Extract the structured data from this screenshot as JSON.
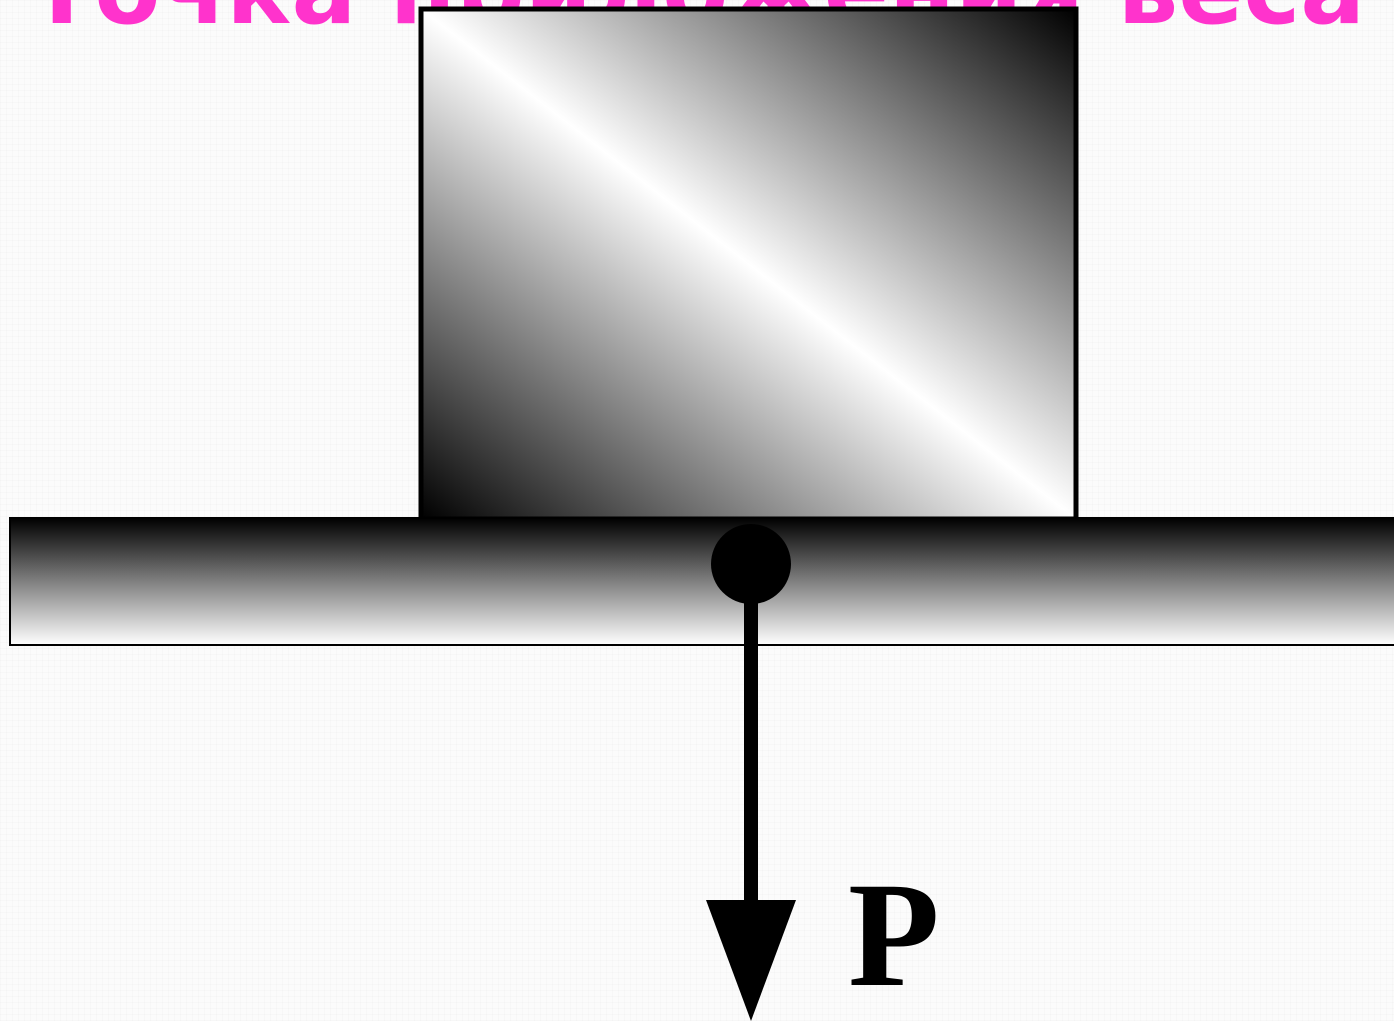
{
  "title": {
    "text": "Точка приложения веса",
    "color": "#ff33cc"
  },
  "diagram": {
    "force_label": "P",
    "body": "block-on-support",
    "force_direction": "down",
    "colors": {
      "outline": "#000000",
      "arrow": "#000000",
      "gradient_dark": "#000000",
      "gradient_light": "#ffffff"
    }
  }
}
